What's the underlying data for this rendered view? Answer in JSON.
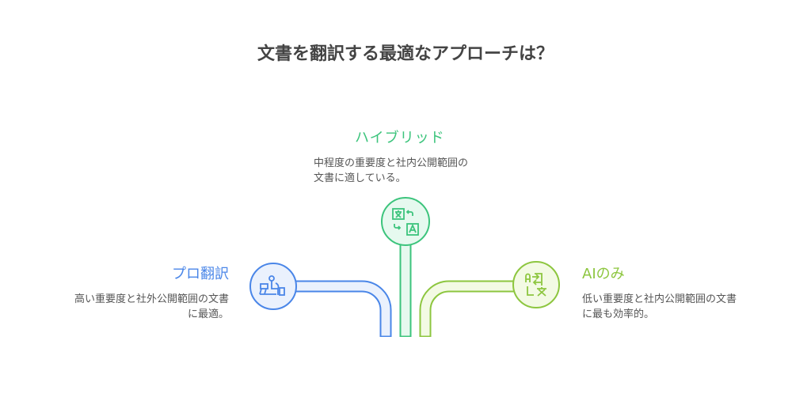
{
  "title": "文書を翻訳する最適なアプローチは？",
  "options": {
    "hybrid": {
      "label": "ハイブリッド",
      "desc1": "中程度の重要度と社内公開範囲の",
      "desc2": "文書に適している。",
      "icon": "translate-icon",
      "color": "#3cc47c",
      "fill": "#e6f9ef"
    },
    "pro": {
      "label": "プロ翻訳",
      "desc1": "高い重要度と社外公開範囲の文書",
      "desc2": "に最適。",
      "icon": "translator-at-desk-icon",
      "color": "#4a86e8",
      "fill": "#eaf1fd"
    },
    "ai": {
      "label": "AIのみ",
      "desc1": "低い重要度と社内公開範囲の文書",
      "desc2": "に最も効率的。",
      "icon": "machine-translate-icon",
      "color": "#8dc63f",
      "fill": "#f3fae4"
    }
  }
}
